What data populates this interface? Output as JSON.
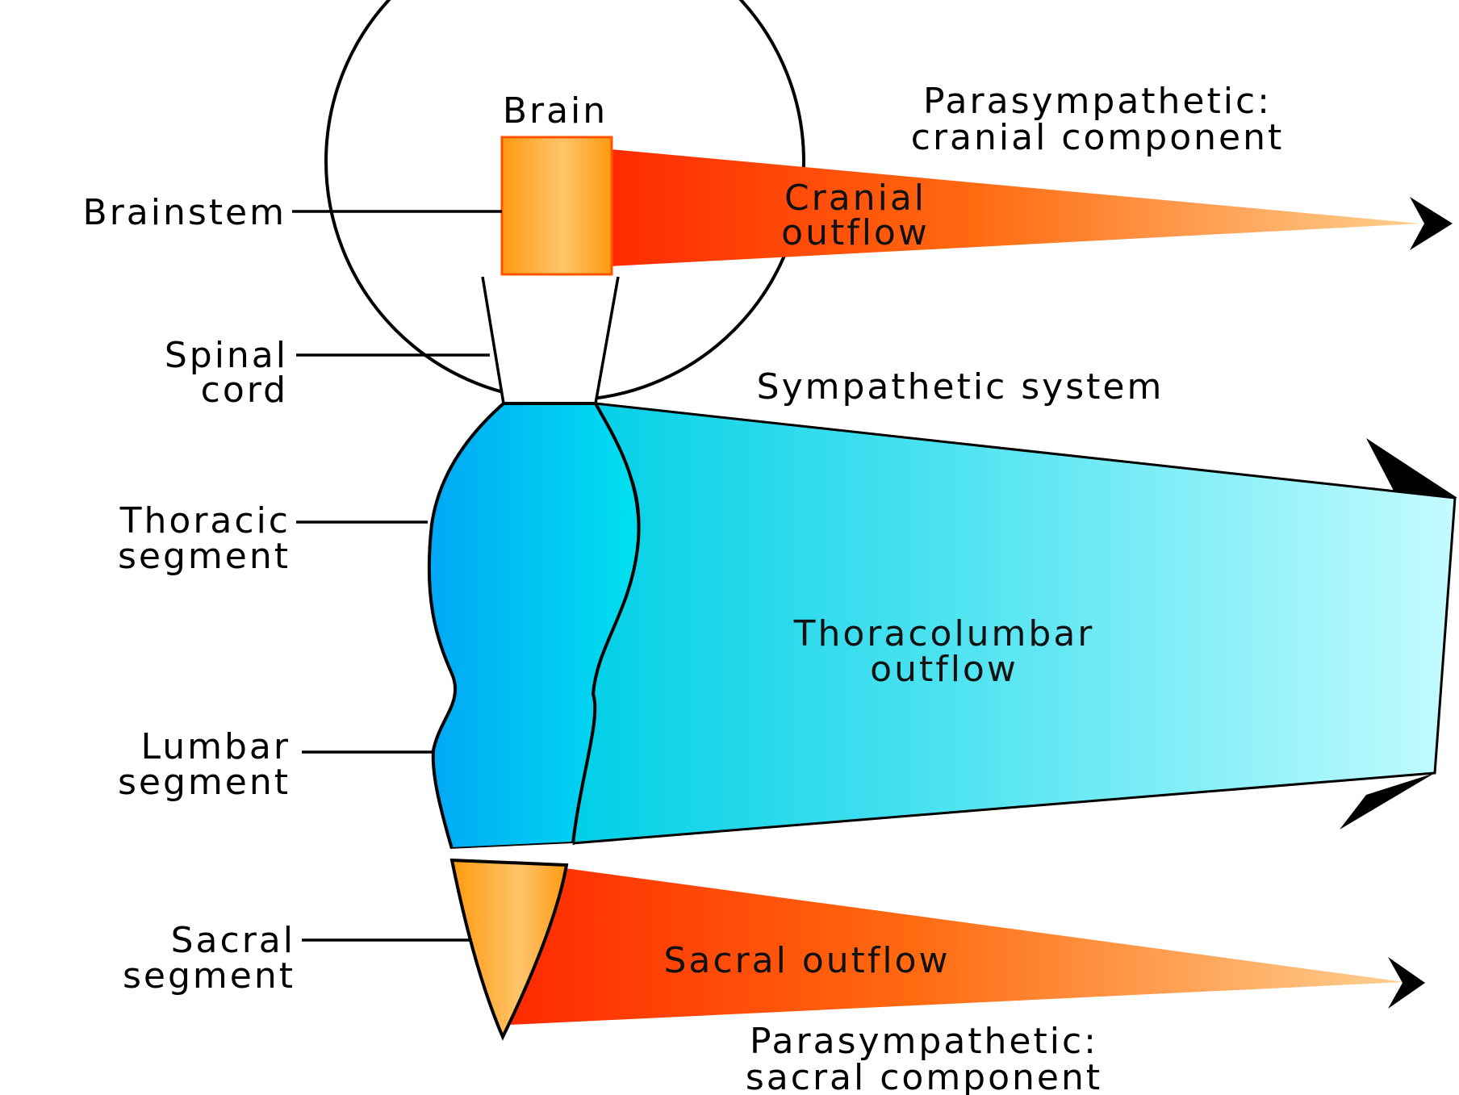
{
  "labels": {
    "brain": "Brain",
    "brainstem": "Brainstem",
    "spinal_cord": [
      "Spinal",
      "cord"
    ],
    "thoracic_segment": [
      "Thoracic",
      "segment"
    ],
    "lumbar_segment": [
      "Lumbar",
      "segment"
    ],
    "sacral_segment": [
      "Sacral",
      "segment"
    ]
  },
  "outflows": {
    "cranial": [
      "Cranial",
      "outflow"
    ],
    "thoracolumbar": [
      "Thoracolumbar",
      "outflow"
    ],
    "sacral": "Sacral outflow"
  },
  "systems": {
    "parasympathetic_cranial": [
      "Parasympathetic:",
      "cranial component"
    ],
    "sympathetic": "Sympathetic system",
    "parasympathetic_sacral": [
      "Parasympathetic:",
      "sacral component"
    ]
  },
  "colors": {
    "orange_light": "#ffc46b",
    "orange_dark": "#ff9a10",
    "red": "#ff3300",
    "blue_deep": "#00b0f5",
    "blue_mid": "#00d6ef",
    "cyan_light": "#c4fbff"
  }
}
